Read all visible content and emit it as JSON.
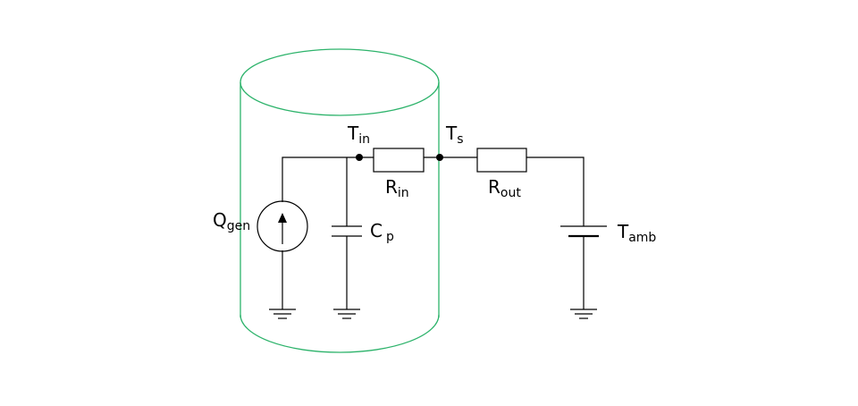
{
  "colors": {
    "enclosure": "#2db36b",
    "wire": "#000000"
  },
  "labels": {
    "t_in": {
      "main": "T",
      "sub": "in"
    },
    "t_s": {
      "main": "T",
      "sub": "s"
    },
    "r_in": {
      "main": "R",
      "sub": "in"
    },
    "r_out": {
      "main": "R",
      "sub": "out"
    },
    "q_gen": {
      "main": "Q",
      "sub": "gen"
    },
    "c_p": {
      "main": "C",
      "sub": "p"
    },
    "t_amb": {
      "main": "T",
      "sub": "amb"
    }
  }
}
